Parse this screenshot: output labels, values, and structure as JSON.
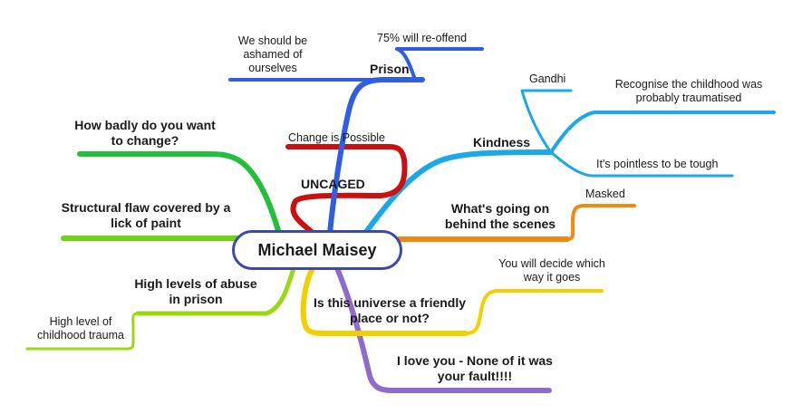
{
  "central_topic": "Michael Maisey",
  "colors": {
    "prison": "#2f5fe0",
    "uncaged": "#cc1010",
    "kindness": "#1aa8e6",
    "behind_scenes": "#ef8a10",
    "universe": "#f2d000",
    "love": "#8e6ccc",
    "abuse": "#9ad80f",
    "structural": "#6fd418",
    "change": "#22bf3a",
    "node_border": "#3b4aa6"
  },
  "branches": {
    "prison": {
      "label": "Prison",
      "children": [
        "We should be ashamed of ourselves",
        "75% will re-offend"
      ]
    },
    "uncaged": {
      "label": "UNCAGED",
      "children": [
        "Change is Possible"
      ]
    },
    "kindness": {
      "label": "Kindness",
      "children": [
        "Gandhi",
        "Recognise the childhood was probably traumatised",
        "It's pointless to be tough"
      ]
    },
    "behind_scenes": {
      "label": "What's going on behind the scenes",
      "children": [
        "Masked"
      ]
    },
    "universe": {
      "label": "Is this universe a friendly place or not?",
      "children": [
        "You will decide which way it goes"
      ]
    },
    "love": {
      "label": "I love you - None of it was your fault!!!!",
      "children": []
    },
    "abuse": {
      "label": "High levels of abuse in prison",
      "children": [
        "High level of childhood trauma"
      ]
    },
    "structural": {
      "label": "Structural flaw covered by a lick of paint",
      "children": []
    },
    "change": {
      "label": "How badly do you want to change?",
      "children": []
    }
  }
}
